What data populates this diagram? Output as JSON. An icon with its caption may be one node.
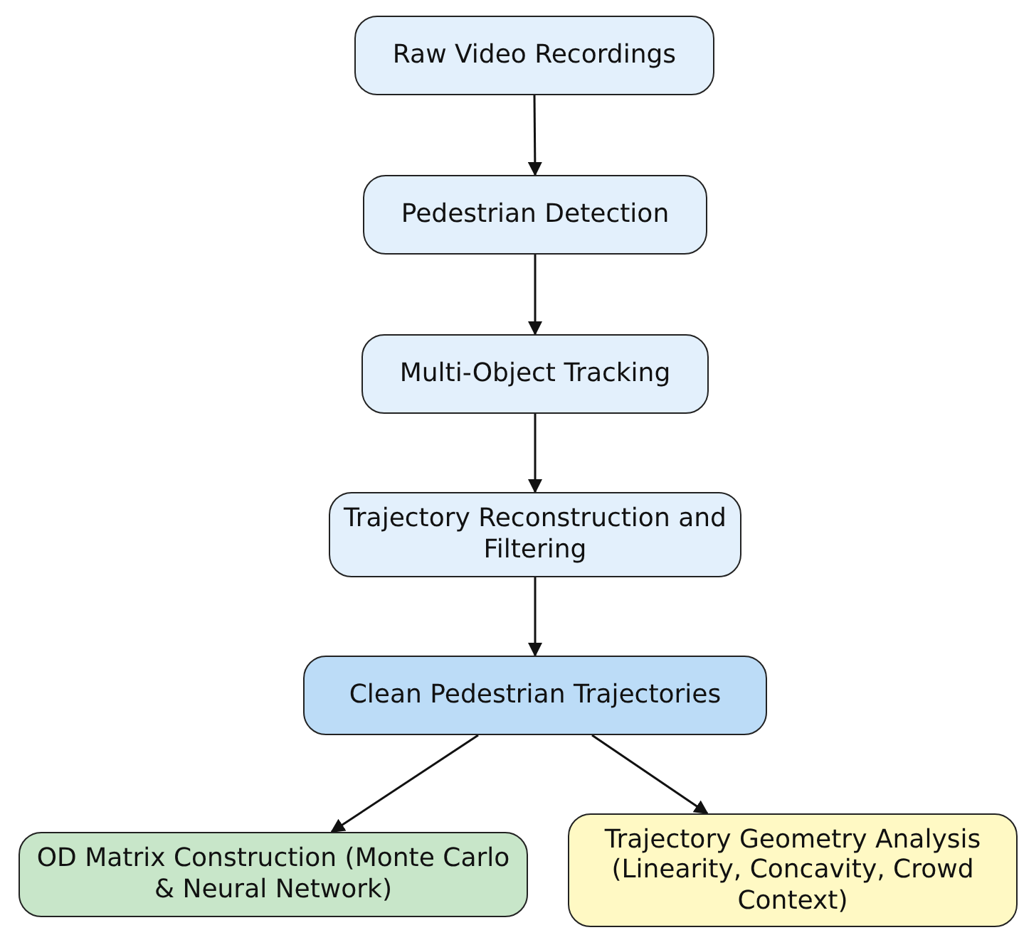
{
  "diagram": {
    "nodes": [
      {
        "text": [
          "Raw Video Recordings"
        ]
      },
      {
        "text": [
          "Pedestrian Detection"
        ]
      },
      {
        "text": [
          "Multi-Object Tracking"
        ]
      },
      {
        "text": [
          "Trajectory Reconstruction and Filtering"
        ]
      },
      {
        "text": [
          "Clean Pedestrian Trajectories"
        ]
      },
      {
        "text": [
          "OD Matrix Construction (Monte Carlo & Neural Network)"
        ]
      },
      {
        "text": [
          "Trajectory Geometry Analysis (Linearity, Concavity, Crowd Context)"
        ]
      }
    ],
    "edges": [
      {
        "from": 0,
        "to": 1,
        "arrow": "to"
      },
      {
        "from": 1,
        "to": 2,
        "arrow": "to"
      },
      {
        "from": 2,
        "to": 3,
        "arrow": "to"
      },
      {
        "from": 3,
        "to": 4,
        "arrow": "to"
      },
      {
        "from": 4,
        "to": 5,
        "arrow": "to"
      },
      {
        "from": 4,
        "to": 6,
        "arrow": "to"
      }
    ]
  }
}
